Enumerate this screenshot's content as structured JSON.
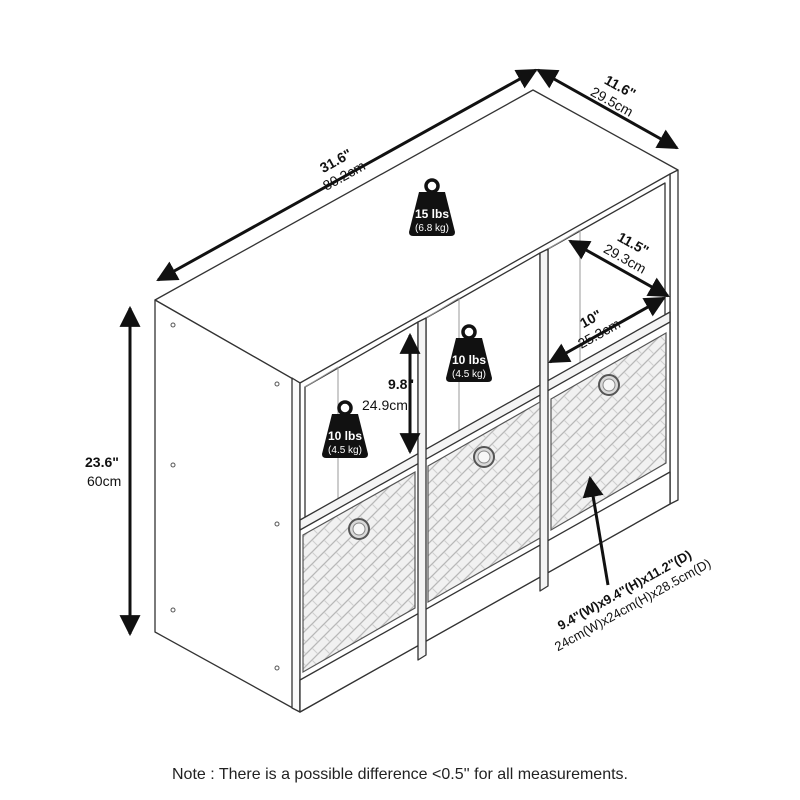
{
  "dimensions": {
    "width": {
      "in": "31.6\"",
      "cm": "80.2cm"
    },
    "depth": {
      "in": "11.6\"",
      "cm": "29.5cm"
    },
    "height": {
      "in": "23.6\"",
      "cm": "60cm"
    },
    "inner_depth": {
      "in": "11.5\"",
      "cm": "29.3cm"
    },
    "cube_width": {
      "in": "10\"",
      "cm": "25.3cm"
    },
    "cube_height": {
      "in": "9.8\"",
      "cm": "24.9cm"
    },
    "bin": {
      "in": "9.4\"(W)x9.4\"(H)x11.2\"(D)",
      "cm": "24cm(W)x24cm(H)x28.5cm(D)"
    }
  },
  "weights": {
    "top": {
      "lbs": "15 lbs",
      "kg": "(6.8 kg)"
    },
    "cube_middle": {
      "lbs": "10 lbs",
      "kg": "(4.5 kg)"
    },
    "cube_left": {
      "lbs": "10 lbs",
      "kg": "(4.5 kg)"
    }
  },
  "note": "Note : There is a possible difference <0.5'' for all measurements."
}
